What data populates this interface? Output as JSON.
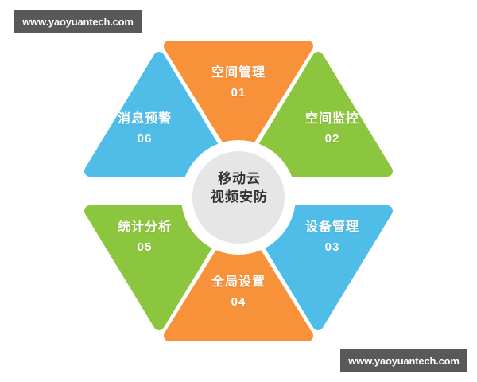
{
  "watermarks": {
    "top_left": "www.yaoyuantech.com",
    "bottom_right": "www.yaoyuantech.com"
  },
  "diagram": {
    "type": "hexagon-wedge-cycle",
    "center": {
      "line1": "移动云",
      "line2": "视频安防",
      "fill": "#e6e6e6",
      "text_color": "#333333"
    },
    "colors": {
      "orange": "#F7923B",
      "green": "#8CC63E",
      "blue": "#4FBDE8",
      "background": "#FFFFFF",
      "gap": "#FFFFFF"
    },
    "segments": [
      {
        "id": "01",
        "title": "空间管理",
        "number": "01",
        "color": "#F7923B",
        "position": "top"
      },
      {
        "id": "02",
        "title": "空间监控",
        "number": "02",
        "color": "#8CC63E",
        "position": "top-right"
      },
      {
        "id": "03",
        "title": "设备管理",
        "number": "03",
        "color": "#4FBDE8",
        "position": "bottom-right"
      },
      {
        "id": "04",
        "title": "全局设置",
        "number": "04",
        "color": "#F7923B",
        "position": "bottom"
      },
      {
        "id": "05",
        "title": "统计分析",
        "number": "05",
        "color": "#8CC63E",
        "position": "bottom-left"
      },
      {
        "id": "06",
        "title": "消息预警",
        "number": "06",
        "color": "#4FBDE8",
        "position": "top-left"
      }
    ]
  }
}
